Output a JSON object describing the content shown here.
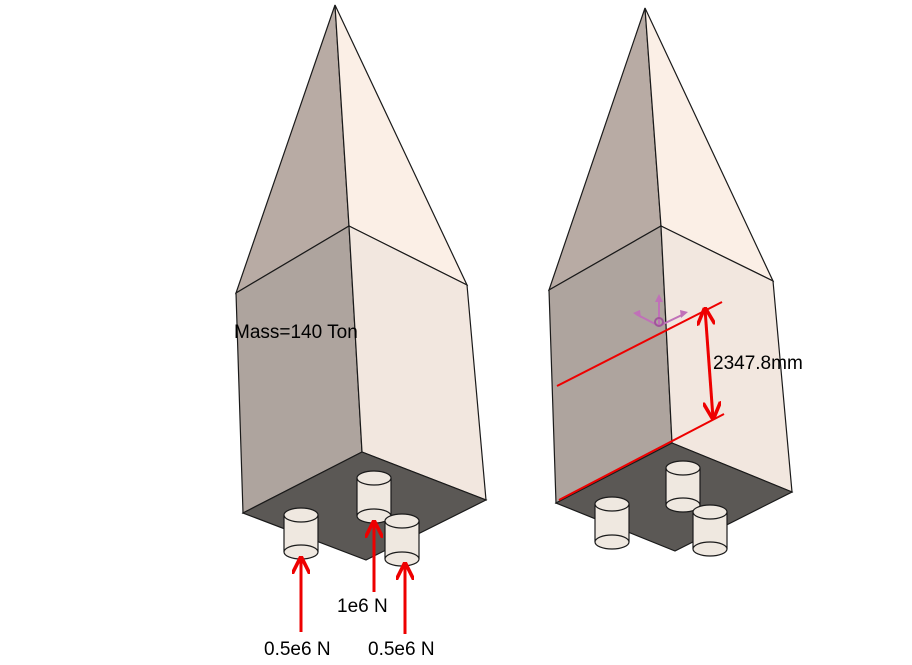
{
  "labels": {
    "mass": "Mass=140 Ton",
    "force_center": "1e6 N",
    "force_left": "0.5e6 N",
    "force_right": "0.5e6 N",
    "distance": "2347.8mm"
  },
  "colors": {
    "face_light": "#f2e7df",
    "face_dark": "#aea49e",
    "cone_light": "#fbefe6",
    "cone_dark": "#b8aba4",
    "bottom": "#5b5855",
    "cylinder": "#efe8e0",
    "annotation": "#ee0000",
    "edge": "#1a1a1a"
  }
}
